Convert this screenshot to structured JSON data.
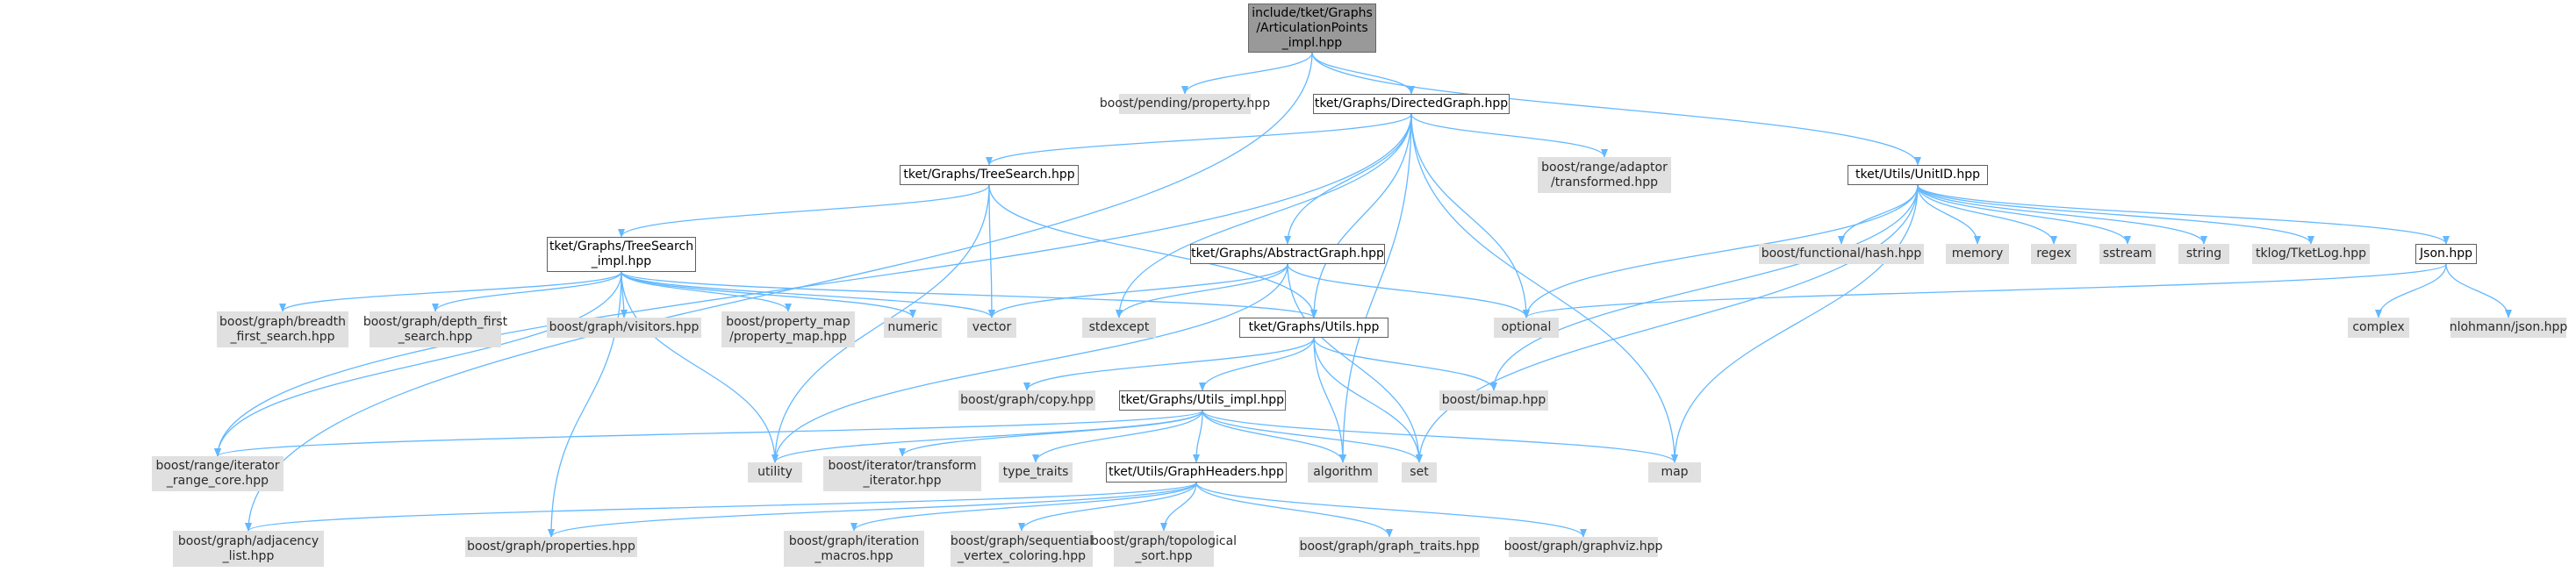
{
  "colors": {
    "edge": "#63b8ff",
    "root_fill": "#999999",
    "file_fill": "#ffffff",
    "external_fill": "#e0e0e0"
  },
  "nodes": [
    {
      "id": "root",
      "label": "include/tket/Graphs\n/ArticulationPoints\n_impl.hpp",
      "kind": "root"
    },
    {
      "id": "pending_property",
      "label": "boost/pending/property.hpp",
      "kind": "external"
    },
    {
      "id": "directed_graph",
      "label": "tket/Graphs/DirectedGraph.hpp",
      "kind": "file"
    },
    {
      "id": "unitid",
      "label": "tket/Utils/UnitID.hpp",
      "kind": "file"
    },
    {
      "id": "tree_search",
      "label": "tket/Graphs/TreeSearch.hpp",
      "kind": "file"
    },
    {
      "id": "range_adaptor",
      "label": "boost/range/adaptor\n/transformed.hpp",
      "kind": "external"
    },
    {
      "id": "tree_search_impl",
      "label": "tket/Graphs/TreeSearch\n_impl.hpp",
      "kind": "file"
    },
    {
      "id": "abstract_graph",
      "label": "tket/Graphs/AbstractGraph.hpp",
      "kind": "file"
    },
    {
      "id": "functional_hash",
      "label": "boost/functional/hash.hpp",
      "kind": "external"
    },
    {
      "id": "memory",
      "label": "memory",
      "kind": "external"
    },
    {
      "id": "regex",
      "label": "regex",
      "kind": "external"
    },
    {
      "id": "sstream",
      "label": "sstream",
      "kind": "external"
    },
    {
      "id": "string",
      "label": "string",
      "kind": "external"
    },
    {
      "id": "tketlog",
      "label": "tklog/TketLog.hpp",
      "kind": "external"
    },
    {
      "id": "json",
      "label": "Json.hpp",
      "kind": "file"
    },
    {
      "id": "optional",
      "label": "optional",
      "kind": "external"
    },
    {
      "id": "complex",
      "label": "complex",
      "kind": "external"
    },
    {
      "id": "nlohmann",
      "label": "nlohmann/json.hpp",
      "kind": "external"
    },
    {
      "id": "bfs",
      "label": "boost/graph/breadth\n_first_search.hpp",
      "kind": "external"
    },
    {
      "id": "dfs",
      "label": "boost/graph/depth_first\n_search.hpp",
      "kind": "external"
    },
    {
      "id": "visitors",
      "label": "boost/graph/visitors.hpp",
      "kind": "external"
    },
    {
      "id": "property_map",
      "label": "boost/property_map\n/property_map.hpp",
      "kind": "external"
    },
    {
      "id": "numeric",
      "label": "numeric",
      "kind": "external"
    },
    {
      "id": "vector",
      "label": "vector",
      "kind": "external"
    },
    {
      "id": "stdexcept",
      "label": "stdexcept",
      "kind": "external"
    },
    {
      "id": "graph_utils",
      "label": "tket/Graphs/Utils.hpp",
      "kind": "file"
    },
    {
      "id": "copy",
      "label": "boost/graph/copy.hpp",
      "kind": "external"
    },
    {
      "id": "bimap",
      "label": "boost/bimap.hpp",
      "kind": "external"
    },
    {
      "id": "utils_impl",
      "label": "tket/Graphs/Utils_impl.hpp",
      "kind": "file"
    },
    {
      "id": "iterator_range_core",
      "label": "boost/range/iterator\n_range_core.hpp",
      "kind": "external"
    },
    {
      "id": "utility",
      "label": "utility",
      "kind": "external"
    },
    {
      "id": "transform_iterator",
      "label": "boost/iterator/transform\n_iterator.hpp",
      "kind": "external"
    },
    {
      "id": "type_traits",
      "label": "type_traits",
      "kind": "external"
    },
    {
      "id": "algorithm",
      "label": "algorithm",
      "kind": "external"
    },
    {
      "id": "set",
      "label": "set",
      "kind": "external"
    },
    {
      "id": "map",
      "label": "map",
      "kind": "external"
    },
    {
      "id": "graph_headers",
      "label": "tket/Utils/GraphHeaders.hpp",
      "kind": "file"
    },
    {
      "id": "adjacency_list",
      "label": "boost/graph/adjacency\n_list.hpp",
      "kind": "external"
    },
    {
      "id": "graph_properties",
      "label": "boost/graph/properties.hpp",
      "kind": "external"
    },
    {
      "id": "iteration_macros",
      "label": "boost/graph/iteration\n_macros.hpp",
      "kind": "external"
    },
    {
      "id": "sequential_coloring",
      "label": "boost/graph/sequential\n_vertex_coloring.hpp",
      "kind": "external"
    },
    {
      "id": "topological_sort",
      "label": "boost/graph/topological\n_sort.hpp",
      "kind": "external"
    },
    {
      "id": "graph_traits",
      "label": "boost/graph/graph_traits.hpp",
      "kind": "external"
    },
    {
      "id": "graphviz",
      "label": "boost/graph/graphviz.hpp",
      "kind": "external"
    }
  ],
  "edges": [
    [
      "root",
      "pending_property"
    ],
    [
      "root",
      "directed_graph"
    ],
    [
      "root",
      "unitid"
    ],
    [
      "root",
      "adjacency_list"
    ],
    [
      "directed_graph",
      "tree_search"
    ],
    [
      "directed_graph",
      "range_adaptor"
    ],
    [
      "directed_graph",
      "abstract_graph"
    ],
    [
      "directed_graph",
      "optional"
    ],
    [
      "directed_graph",
      "stdexcept"
    ],
    [
      "directed_graph",
      "graph_utils"
    ],
    [
      "directed_graph",
      "map"
    ],
    [
      "directed_graph",
      "iterator_range_core"
    ],
    [
      "directed_graph",
      "algorithm"
    ],
    [
      "unitid",
      "functional_hash"
    ],
    [
      "unitid",
      "memory"
    ],
    [
      "unitid",
      "regex"
    ],
    [
      "unitid",
      "sstream"
    ],
    [
      "unitid",
      "string"
    ],
    [
      "unitid",
      "tketlog"
    ],
    [
      "unitid",
      "json"
    ],
    [
      "unitid",
      "optional"
    ],
    [
      "unitid",
      "bimap"
    ],
    [
      "unitid",
      "set"
    ],
    [
      "unitid",
      "map"
    ],
    [
      "json",
      "optional"
    ],
    [
      "json",
      "complex"
    ],
    [
      "json",
      "nlohmann"
    ],
    [
      "tree_search",
      "tree_search_impl"
    ],
    [
      "tree_search",
      "vector"
    ],
    [
      "tree_search",
      "graph_utils"
    ],
    [
      "tree_search",
      "utility"
    ],
    [
      "tree_search_impl",
      "bfs"
    ],
    [
      "tree_search_impl",
      "dfs"
    ],
    [
      "tree_search_impl",
      "visitors"
    ],
    [
      "tree_search_impl",
      "property_map"
    ],
    [
      "tree_search_impl",
      "numeric"
    ],
    [
      "tree_search_impl",
      "vector"
    ],
    [
      "tree_search_impl",
      "graph_utils"
    ],
    [
      "tree_search_impl",
      "iterator_range_core"
    ],
    [
      "tree_search_impl",
      "utility"
    ],
    [
      "tree_search_impl",
      "graph_properties"
    ],
    [
      "abstract_graph",
      "vector"
    ],
    [
      "abstract_graph",
      "stdexcept"
    ],
    [
      "abstract_graph",
      "optional"
    ],
    [
      "abstract_graph",
      "set"
    ],
    [
      "abstract_graph",
      "utility"
    ],
    [
      "graph_utils",
      "copy"
    ],
    [
      "graph_utils",
      "bimap"
    ],
    [
      "graph_utils",
      "utils_impl"
    ],
    [
      "graph_utils",
      "algorithm"
    ],
    [
      "graph_utils",
      "set"
    ],
    [
      "utils_impl",
      "iterator_range_core"
    ],
    [
      "utils_impl",
      "utility"
    ],
    [
      "utils_impl",
      "transform_iterator"
    ],
    [
      "utils_impl",
      "type_traits"
    ],
    [
      "utils_impl",
      "graph_headers"
    ],
    [
      "utils_impl",
      "algorithm"
    ],
    [
      "utils_impl",
      "set"
    ],
    [
      "utils_impl",
      "map"
    ],
    [
      "graph_headers",
      "adjacency_list"
    ],
    [
      "graph_headers",
      "graph_properties"
    ],
    [
      "graph_headers",
      "iteration_macros"
    ],
    [
      "graph_headers",
      "sequential_coloring"
    ],
    [
      "graph_headers",
      "topological_sort"
    ],
    [
      "graph_headers",
      "graph_traits"
    ],
    [
      "graph_headers",
      "graphviz"
    ]
  ]
}
